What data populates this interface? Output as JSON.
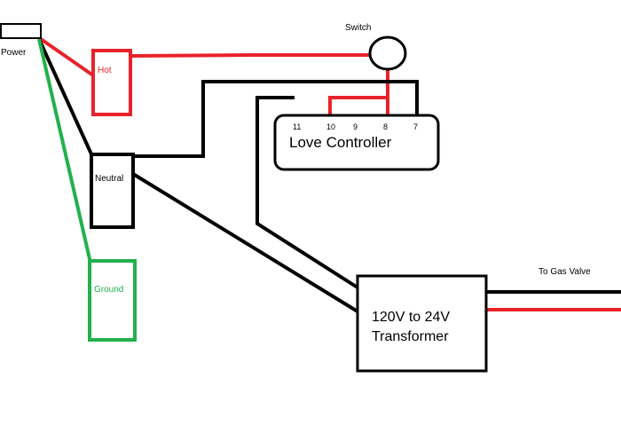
{
  "labels": {
    "power": "Power",
    "hot": "Hot",
    "neutral": "Neutral",
    "ground": "Ground",
    "switch": "Switch",
    "controller": "Love Controller",
    "terminal_11": "11",
    "terminal_10": "10",
    "terminal_9": "9",
    "terminal_8": "8",
    "terminal_7": "7",
    "transformer_line1": "120V to 24V",
    "transformer_line2": "Transformer",
    "gas_valve": "To Gas Valve"
  },
  "colors": {
    "hot": "#e8222b",
    "neutral": "#000000",
    "ground": "#22b14c",
    "background": "#ffffff"
  }
}
